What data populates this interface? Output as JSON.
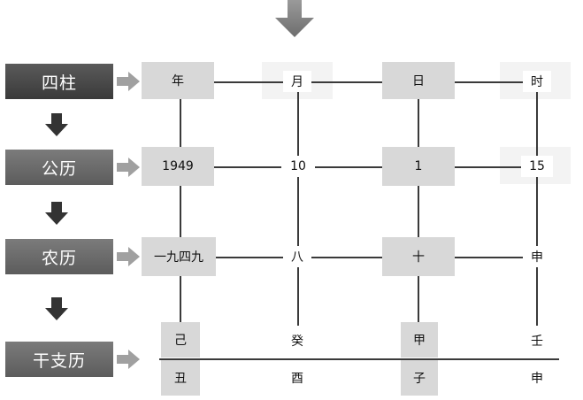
{
  "rows": {
    "pillars": {
      "label": "四柱",
      "cells": [
        "年",
        "月",
        "日",
        "时"
      ]
    },
    "gregorian": {
      "label": "公历",
      "cells": [
        "1949",
        "10",
        "1",
        "15"
      ]
    },
    "lunar": {
      "label": "农历",
      "cells": [
        "一九四九",
        "八",
        "十",
        "申"
      ]
    },
    "ganzhi": {
      "label": "干支历",
      "stems": [
        "己",
        "癸",
        "甲",
        "壬"
      ],
      "branches": [
        "丑",
        "酉",
        "子",
        "申"
      ]
    }
  },
  "colors": {
    "label_dark": "#3a3a3a",
    "label_mid": "#5c5c5c",
    "cell_shade": "#d8d8d8",
    "arrow": "#a0a0a0",
    "down_arrow": "#333333",
    "line": "#3a3a3a"
  }
}
